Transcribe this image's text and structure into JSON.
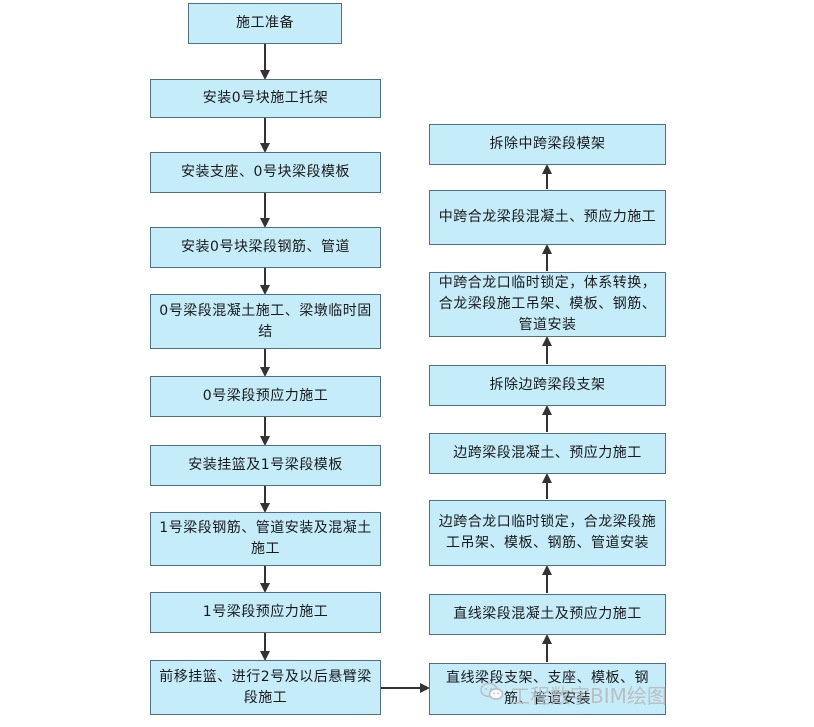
{
  "left_column": [
    {
      "id": "s1",
      "text": "施工准备"
    },
    {
      "id": "s2",
      "text": "安装0号块施工托架"
    },
    {
      "id": "s3",
      "text": "安装支座、0号块梁段模板"
    },
    {
      "id": "s4",
      "text": "安装0号块梁段钢筋、管道"
    },
    {
      "id": "s5",
      "text": "0号梁段混凝土施工、梁墩临时固结"
    },
    {
      "id": "s6",
      "text": "0号梁段预应力施工"
    },
    {
      "id": "s7",
      "text": "安装挂篮及1号梁段模板"
    },
    {
      "id": "s8",
      "text": "1号梁段钢筋、管道安装及混凝土施工"
    },
    {
      "id": "s9",
      "text": "1号梁段预应力施工"
    },
    {
      "id": "s10",
      "text": "前移挂篮、进行2号及以后悬臂梁段施工"
    }
  ],
  "right_column": [
    {
      "id": "r1",
      "text": "直线梁段支架、支座、模板、钢筋、管道安装"
    },
    {
      "id": "r2",
      "text": "直线梁段混凝土及预应力施工"
    },
    {
      "id": "r3",
      "text": "边跨合龙口临时锁定，合龙梁段施工吊架、模板、钢筋、管道安装"
    },
    {
      "id": "r4",
      "text": "边跨梁段混凝土、预应力施工"
    },
    {
      "id": "r5",
      "text": "拆除边跨梁段支架"
    },
    {
      "id": "r6",
      "text": "中跨合龙口临时锁定，体系转换，合龙梁段施工吊架、模板、钢筋、管道安装"
    },
    {
      "id": "r7",
      "text": "中跨合龙梁段混凝土、预应力施工"
    },
    {
      "id": "r8",
      "text": "拆除中跨梁段模架"
    }
  ],
  "watermark": {
    "icon": "wechat-icon",
    "text": "工程数字BIM绘图"
  },
  "colors": {
    "box_fill": "#c5ecf9",
    "box_border": "#4f6f8a",
    "arrow": "#333333"
  }
}
